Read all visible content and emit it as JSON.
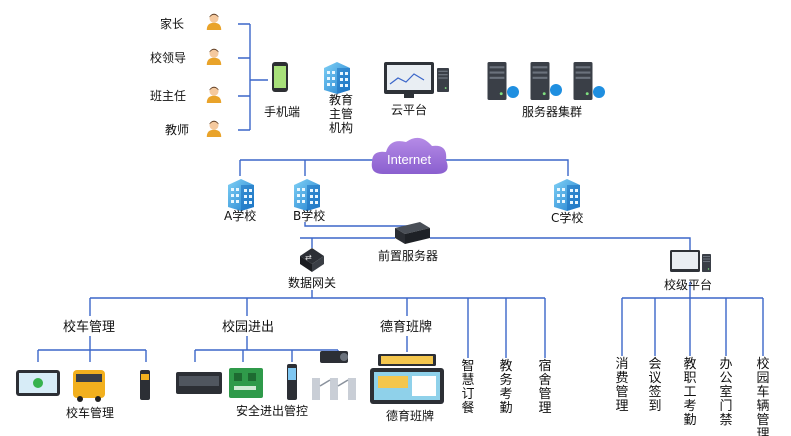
{
  "roles": [
    "家长",
    "校领导",
    "班主任",
    "教师"
  ],
  "top": {
    "mobile": "手机端",
    "edu_dept": [
      "教育",
      "主管",
      "机构"
    ],
    "cloud_platform": "云平台",
    "server_cluster": "服务器集群"
  },
  "internet": "Internet",
  "schools": {
    "a": "A学校",
    "b": "B学校",
    "c": "C学校"
  },
  "front_server": "前置服务器",
  "gateway": "数据网关",
  "school_platform": "校级平台",
  "modules": {
    "bus_top": "校车管理",
    "campus_top": "校园进出",
    "moral_top": "德育班牌",
    "bus_bottom": "校车管理",
    "campus_bottom": "安全进出管控",
    "moral_bottom": "德育班牌"
  },
  "vertical_left": [
    "智慧订餐",
    "教务考勤",
    "宿舍管理"
  ],
  "vertical_right": [
    "消费管理",
    "会议签到",
    "教职工考勤",
    "办公室门禁",
    "校园车辆管理"
  ],
  "colors": {
    "line": "#3b66c9",
    "cloud": "#9a6fd6",
    "building": "#3aa7e0"
  }
}
